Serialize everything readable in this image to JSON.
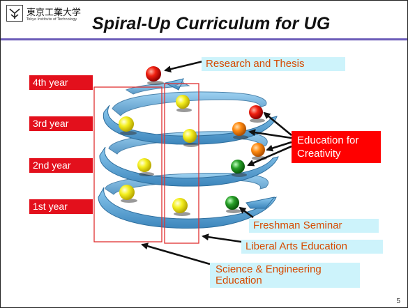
{
  "header": {
    "logo_text": "東京工業大学",
    "logo_subtitle": "Tokyo Institute of Technology",
    "title": "Spiral-Up Curriculum for UG"
  },
  "years": [
    {
      "label": "4th year"
    },
    {
      "label": "3rd year"
    },
    {
      "label": "2nd year"
    },
    {
      "label": "1st year"
    }
  ],
  "labels": {
    "research_thesis": "Research and Thesis",
    "education_creativity": "Education for Creativity",
    "freshman_seminar": "Freshman Seminar",
    "liberal_arts": "Liberal Arts Education",
    "science_engineering": "Science & Engineering Education"
  },
  "colors": {
    "year_box": "#e3101c",
    "spiral": "#5fa8d3",
    "label_bg": "#cdf3fb",
    "label_text": "#d64a00",
    "title_rule": "#6b5bb8"
  },
  "page_number": "5"
}
